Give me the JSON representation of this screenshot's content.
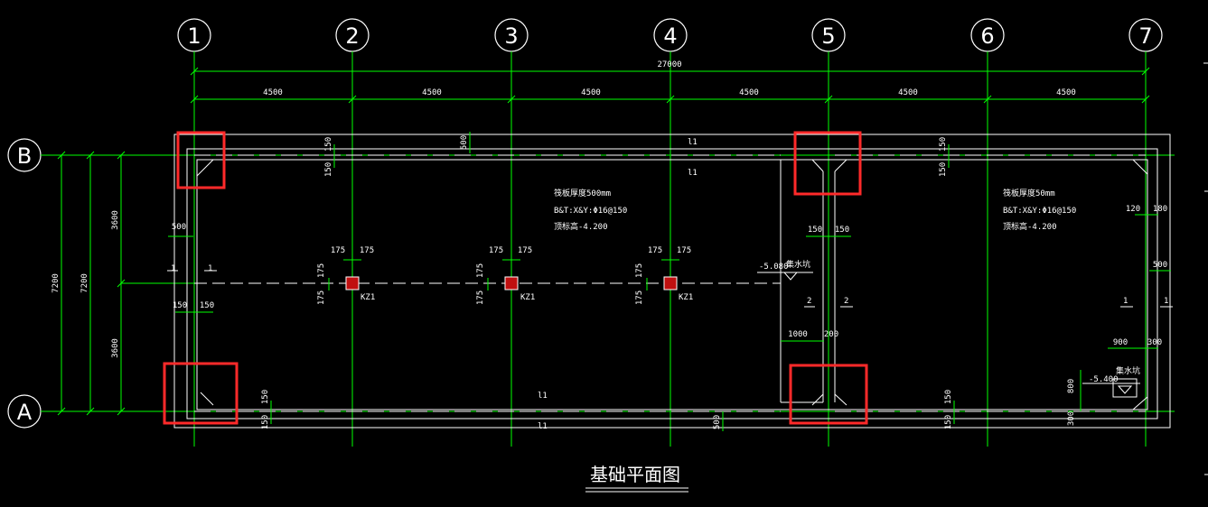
{
  "drawing": {
    "title": "基础平面图",
    "grid_columns": [
      "1",
      "2",
      "3",
      "4",
      "5",
      "6",
      "7"
    ],
    "grid_rows": [
      "B",
      "A"
    ],
    "overall_dimension": "27000",
    "bay_dimensions": [
      "4500",
      "4500",
      "4500",
      "4500",
      "4500",
      "4500"
    ],
    "left_dimensions": {
      "total_outer": "7200",
      "total_inner": "7200",
      "upper": "3600",
      "lower": "3600"
    },
    "slab_notes_left": [
      "筏板厚度500mm",
      "B&T:X&Y:Φ16@150",
      "顶标高-4.200"
    ],
    "slab_notes_right": [
      "筏板厚度50mm",
      "B&T:X&Y:Φ16@150",
      "顶标高-4.200"
    ],
    "column_tag": "KZ1",
    "column_dims": "175",
    "section_marks": {
      "one": "1",
      "two": "2"
    },
    "beam_marks": "l1",
    "sump_label": "集水坑",
    "sump_levels": [
      "-5.080",
      "-5.400"
    ],
    "wall_dims": [
      "500",
      "150",
      "120",
      "180",
      "1000",
      "200",
      "900",
      "300",
      "800"
    ],
    "colors": {
      "background": "#000000",
      "dimension": "#00ff00",
      "wall": "#ffffff",
      "highlight": "#ff2a2a",
      "column": "#d01010"
    }
  }
}
